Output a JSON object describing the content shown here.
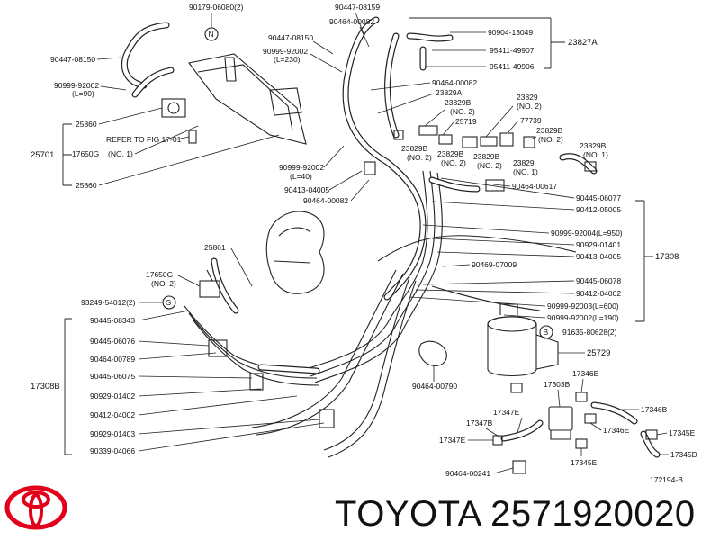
{
  "diagram": {
    "ref_code": "172194-B",
    "refer_note": "REFER TO FIG 17-01",
    "circle_n": "N",
    "circle_s": "S",
    "circle_b": "B",
    "labels_left": {
      "l1": "90447-08150",
      "l2a": "90999-92002",
      "l2b": "(L=90)",
      "l3": "25860",
      "l4": "25701",
      "l5": "17650G",
      "l5b": "(NO. 1)",
      "l6": "25860",
      "l7": "25861",
      "l8": "17650G",
      "l8b": "(NO. 2)",
      "l9": "93249-54012(2)",
      "l10": "90445-08343",
      "l11": "90445-06076",
      "l12": "90464-00789",
      "l13": "90445-06075",
      "l14": "17308B",
      "l15": "90929-01402",
      "l16": "90412-04002",
      "l17": "90929-01403",
      "l18": "90339-04066"
    },
    "labels_top": {
      "t1": "90179-06080(2)",
      "t2": "90447-08150",
      "t3a": "90999-92002",
      "t3b": "(L=230)",
      "t4": "90447-08159",
      "t5": "90464-00082",
      "t6": "90904-13049",
      "t7": "95411-49907",
      "t8": "95411-49906",
      "t9": "23827A",
      "t10": "90464-00082",
      "t11": "23829A",
      "t12": "23829B",
      "t12b": "(NO. 2)",
      "t13": "25719",
      "t14": "23829",
      "t14b": "(NO. 2)",
      "t15": "77739",
      "t16": "23829B",
      "t16b": "(NO. 2)",
      "t17": "23829B",
      "t17b": "(NO. 1)",
      "t18": "23829B",
      "t18b": "(NO. 2)",
      "t19": "23829B",
      "t19b": "(NO. 2)",
      "t20": "23829B",
      "t20b": "(NO. 2)",
      "t21": "23829",
      "t21b": "(NO. 1)",
      "t22": "90464-00617",
      "t23a": "90999-92002",
      "t23b": "(L=40)",
      "t24": "90413-04005",
      "t25": "90464-00082"
    },
    "labels_right": {
      "r1": "90445-06077",
      "r2": "90412-05005",
      "r3": "90999-92004(L=950)",
      "r4": "90929-01401",
      "r5": "90413-04005",
      "r6": "17308",
      "r7": "90469-07009",
      "r8": "90445-06078",
      "r9": "90412-04002",
      "r10": "90999-92003(L=600)",
      "r11": "90999-92002(L=190)",
      "r12": "91635-80628(2)",
      "r13": "25729",
      "r14": "90464-00790",
      "r15": "17303B",
      "r16": "17346E",
      "r17": "17346B",
      "r18": "17347E",
      "r19": "17347B",
      "r20": "17346E",
      "r21": "17347E",
      "r22": "17345E",
      "r23": "17345D",
      "r24": "17345E",
      "r25": "90464-00241"
    }
  },
  "footer": {
    "brand_part": "TOYOTA 2571920020"
  },
  "colors": {
    "logo": "#e2001a",
    "ink": "#111111"
  }
}
